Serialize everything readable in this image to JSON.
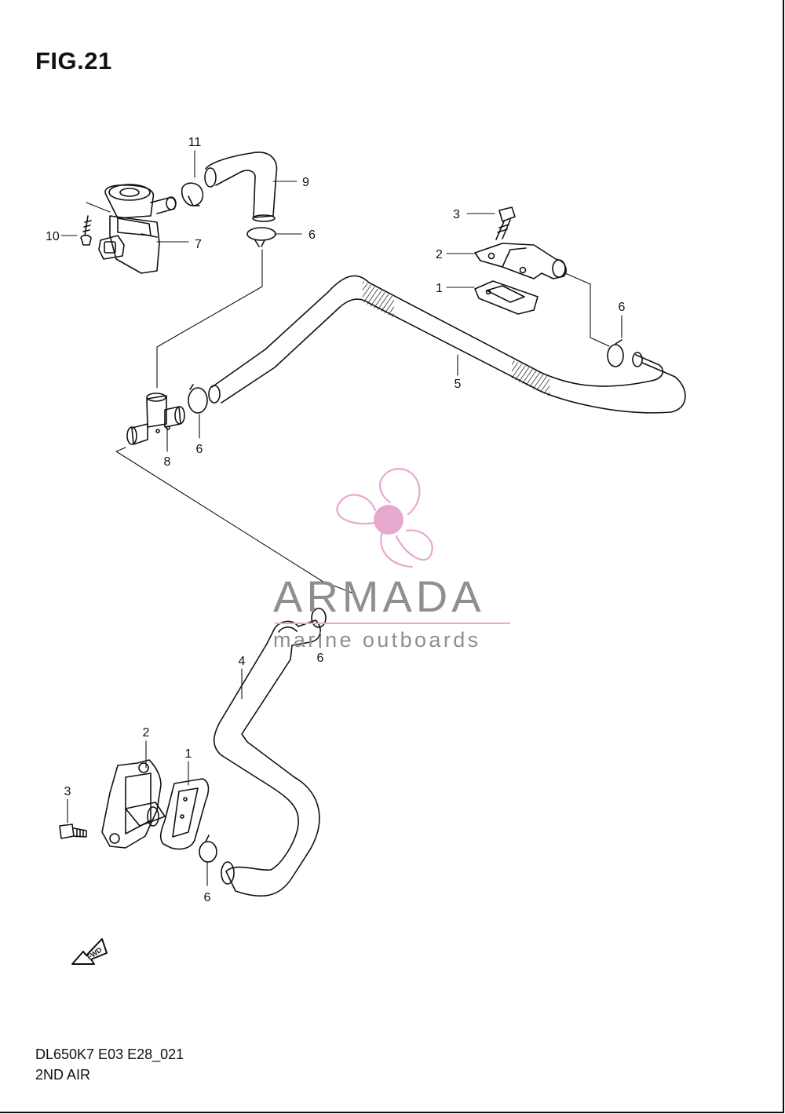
{
  "figure": {
    "title": "FIG.21",
    "model_code": "DL650K7 E03 E28_021",
    "section_name": "2ND AIR"
  },
  "watermark": {
    "brand": "ARMADA",
    "tagline": "marine outboards",
    "color_text": "#8f8f8f",
    "color_logo": "#e7a8cf"
  },
  "callouts": {
    "c1_upper": "1",
    "c2_upper": "2",
    "c3_upper": "3",
    "c5": "5",
    "c6_right": "6",
    "c6_top": "6",
    "c6_mid": "6",
    "c7": "7",
    "c8": "8",
    "c9": "9",
    "c10": "10",
    "c11": "11",
    "c4": "4",
    "c6_lower_mid": "6",
    "c2_lower": "2",
    "c1_lower": "1",
    "c3_lower": "3",
    "c6_bottom": "6"
  },
  "fwd_arrow": {
    "label": "FWD"
  }
}
